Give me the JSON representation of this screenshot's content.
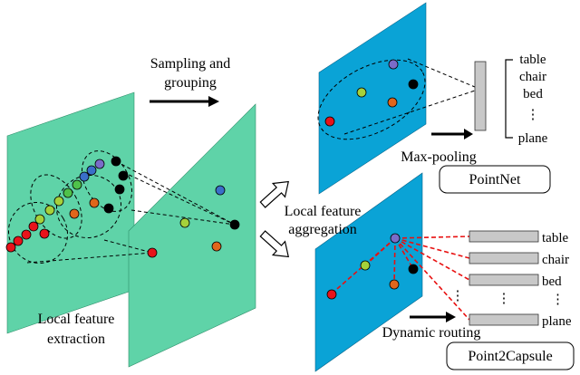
{
  "labels": {
    "sampling_line1": "Sampling and",
    "sampling_line2": "grouping",
    "local_extraction_line1": "Local feature",
    "local_extraction_line2": "extraction",
    "local_aggregation_line1": "Local feature",
    "local_aggregation_line2": "aggregation",
    "max_pooling": "Max-pooling",
    "dynamic_routing": "Dynamic routing"
  },
  "boxes": {
    "pointnet": "PointNet",
    "point2capsule": "Point2Capsule"
  },
  "pointnet_classes": [
    "table",
    "chair",
    "bed",
    "⋮",
    "plane"
  ],
  "capsule_classes": [
    "table",
    "chair",
    "bed",
    "⋮",
    "plane"
  ],
  "capsule_dots": [
    "⋮",
    "⋮"
  ],
  "colors": {
    "green_plane": "#5fd3a8",
    "blue_plane": "#0aa3d6",
    "red": "#e8131b",
    "orange": "#e0661c",
    "yellow_green": "#a6d13a",
    "green": "#4fc24a",
    "blue": "#3a6fc9",
    "purple": "#7a6cc8",
    "black": "#000000",
    "routing_line": "#e81010",
    "vector_fill": "#c8c8c8"
  }
}
